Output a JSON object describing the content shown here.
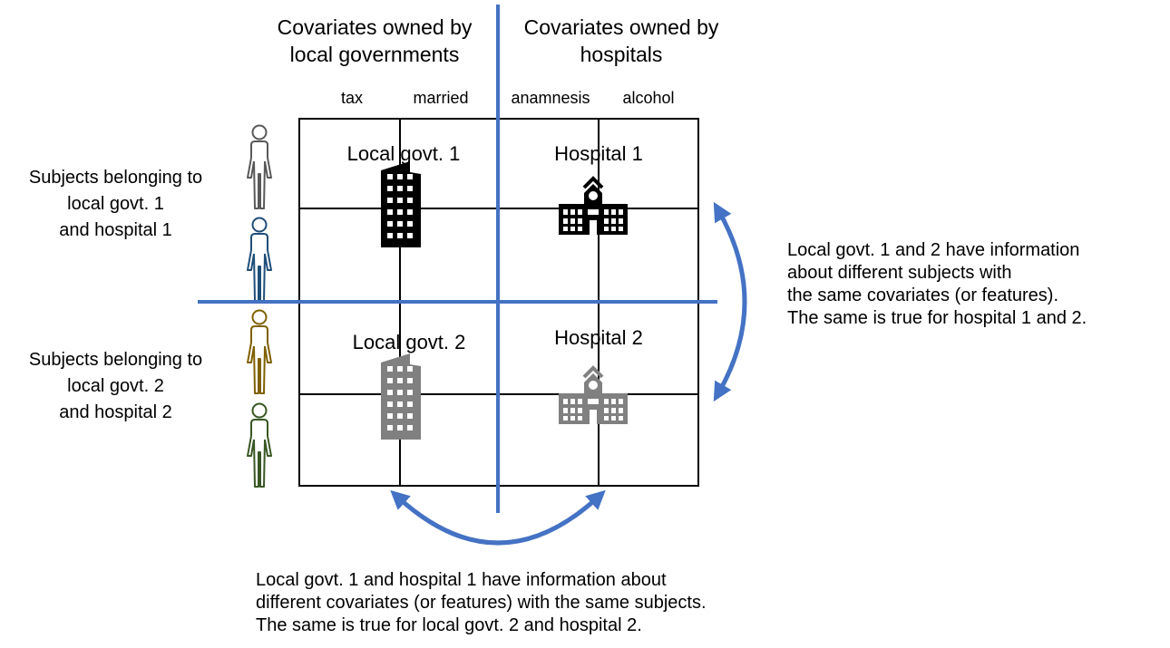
{
  "headers": {
    "left": [
      "Covariates owned by",
      "local governments"
    ],
    "right": [
      "Covariates owned by",
      "hospitals"
    ]
  },
  "columns": [
    "tax",
    "married",
    "anamnesis",
    "alcohol"
  ],
  "cells": {
    "top_left": "Local govt. 1",
    "top_right": "Hospital 1",
    "bottom_left": "Local govt. 2",
    "bottom_right": "Hospital 2"
  },
  "side_labels": {
    "group1": [
      "Subjects belonging to",
      "local govt. 1",
      "and hospital 1"
    ],
    "group2": [
      "Subjects belonging to",
      "local govt. 2",
      "and hospital 2"
    ]
  },
  "notes": {
    "vertical": [
      "Local govt. 1 and 2 have information",
      "about different subjects with",
      "the same covariates (or features).",
      "The same is true for hospital 1 and 2."
    ],
    "horizontal": [
      "Local govt. 1 and hospital 1 have information about",
      "different covariates (or features) with the same subjects.",
      "The same is true for local govt. 2 and hospital 2."
    ]
  },
  "colors": {
    "divider": "#4472c4",
    "arrow": "#4472c4",
    "grid": "#000000",
    "building_dark": "#000000",
    "building_gray": "#808080",
    "person1": "#595959",
    "person2": "#1f4e79",
    "person3": "#7f6000",
    "person4": "#385723"
  },
  "icons": {
    "person": "person-icon",
    "office": "office-building-icon",
    "hospital": "hospital-icon",
    "arrow": "double-headed-arrow-icon"
  }
}
